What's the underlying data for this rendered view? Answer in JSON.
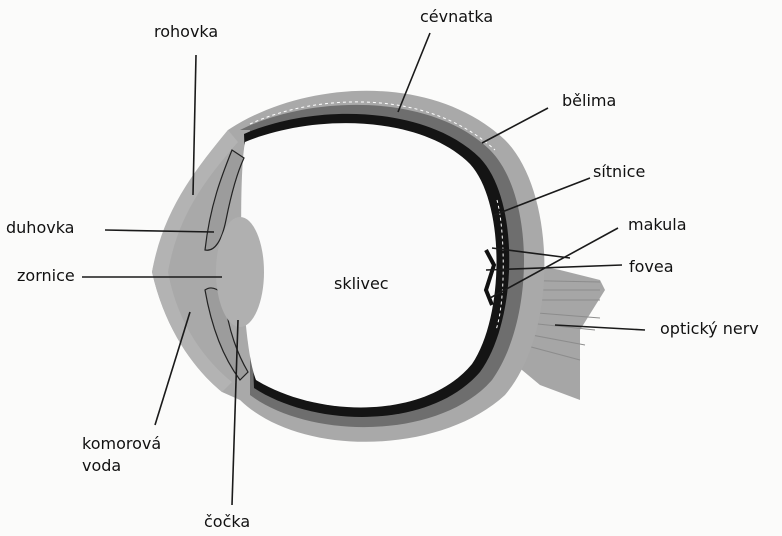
{
  "labels": {
    "rohovka": "rohovka",
    "cevnatka": "cévnatka",
    "belima": "bělima",
    "sitnice": "sítnice",
    "makula": "makula",
    "fovea": "fovea",
    "opticky_nerv": "optický nerv",
    "duhovka": "duhovka",
    "zornice": "zornice",
    "sklivec": "sklivec",
    "komorova_line1": "komorová",
    "komorova_line2": "voda",
    "cocka": "čočka"
  },
  "colors": {
    "sclera": "#a9a9a9",
    "choroid": "#6e6e6e",
    "retina": "#111111",
    "lens": "#b0b0b0",
    "vitreous": "#fafafa",
    "leader": "#1a1a1a"
  }
}
